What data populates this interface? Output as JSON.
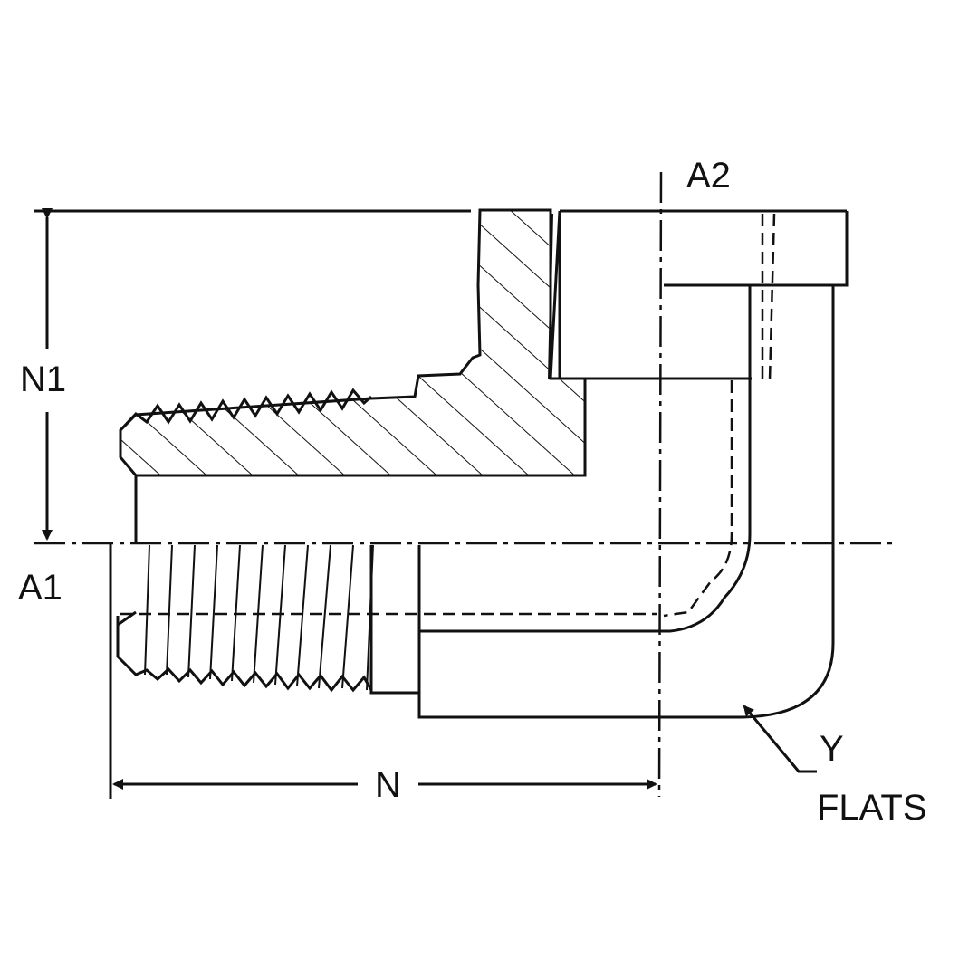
{
  "labels": {
    "a2": "A2",
    "n1": "N1",
    "a1": "A1",
    "n": "N",
    "y": "Y",
    "flats": "FLATS"
  }
}
